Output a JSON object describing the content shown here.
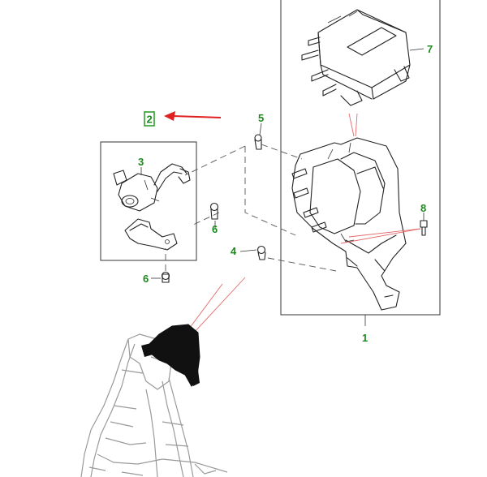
{
  "diagram": {
    "callouts": {
      "c1": "1",
      "c2": "2",
      "c3": "3",
      "c4": "4",
      "c5": "5",
      "c6a": "6",
      "c6b": "6",
      "c7": "7",
      "c8": "8"
    },
    "colors": {
      "callout_text": "#1a8a1a",
      "callout2_box": "#2f9e2f",
      "arrow": "#e02020",
      "leader_pink": "#e36a6a",
      "line_art": "#222222"
    }
  }
}
